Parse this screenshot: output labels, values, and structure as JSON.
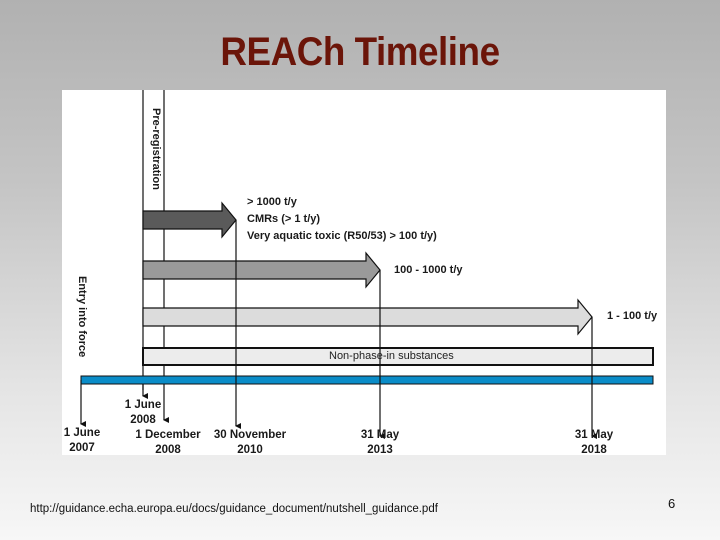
{
  "slide": {
    "title": "REACh Timeline",
    "page_number": "6",
    "source_url": "http://guidance.echa.europa.eu/docs/guidance_document/nutshell_guidance.pdf"
  },
  "diagram": {
    "vertical_labels": {
      "pre_registration": "Pre-registration",
      "entry_into_force": "Entry into force"
    },
    "arrows": [
      {
        "label_lines": [
          "> 1000 t/y",
          "CMRs (> 1 t/y)",
          "Very aquatic toxic (R50/53) > 100 t/y)"
        ],
        "fill": "#5a5a5a",
        "deadline": "30 November 2010"
      },
      {
        "label": "100 - 1000 t/y",
        "fill": "#9a9a9a",
        "deadline": "31 May 2013"
      },
      {
        "label": "1 - 100 t/y",
        "fill": "#dcdcdc",
        "deadline": "31 May 2018"
      }
    ],
    "non_phase_in": "Non-phase-in substances",
    "timeline_color": "#0a8cc8",
    "dates": {
      "d1": {
        "line1": "1 June",
        "line2": "2007"
      },
      "d2": {
        "line1": "1 June",
        "line2": "2008"
      },
      "d3": {
        "line1": "1 December",
        "line2": "2008"
      },
      "d4": {
        "line1": "30 November",
        "line2": "2010"
      },
      "d5": {
        "line1": "31 May",
        "line2": "2013"
      },
      "d6": {
        "line1": "31 May",
        "line2": "2018"
      }
    }
  }
}
